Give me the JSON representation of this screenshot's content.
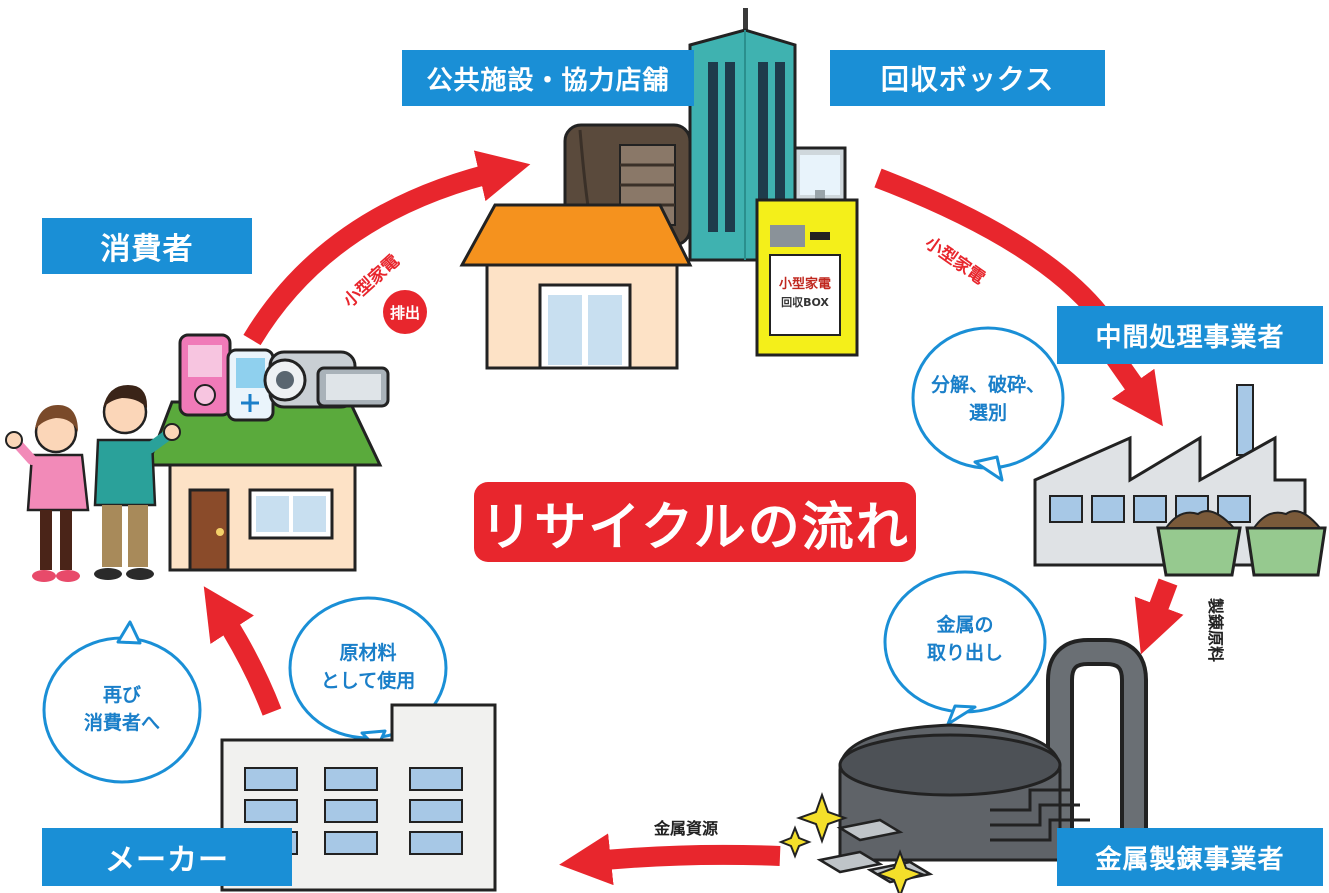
{
  "title": "リサイクルの流れ",
  "labels": {
    "consumer": "消費者",
    "public": "公共施設・協力店舗",
    "box": "回収ボックス",
    "intermediate": "中間処理事業者",
    "smelter": "金属製錬事業者",
    "maker": "メーカー"
  },
  "arrows": {
    "small_appliance_1": "小型家電",
    "discharge": "排出",
    "small_appliance_2": "小型家電",
    "smelting_material": "製錬原料",
    "metal_resource": "金属資源"
  },
  "bubbles": {
    "disassembly_l1": "分解、破砕、",
    "disassembly_l2": "選別",
    "metal_l1": "金属の",
    "metal_l2": "取り出し",
    "raw_l1": "原材料",
    "raw_l2": "として使用",
    "again_l1": "再び",
    "again_l2": "消費者へ"
  },
  "kiosk": {
    "sign_l1": "小型家電",
    "sign_l2": "回収BOX"
  },
  "colors": {
    "label_bg": "#1a8fd6",
    "arrow": "#e8262d",
    "bubble_text": "#1a7fc9",
    "title_bg": "#e8262d"
  }
}
